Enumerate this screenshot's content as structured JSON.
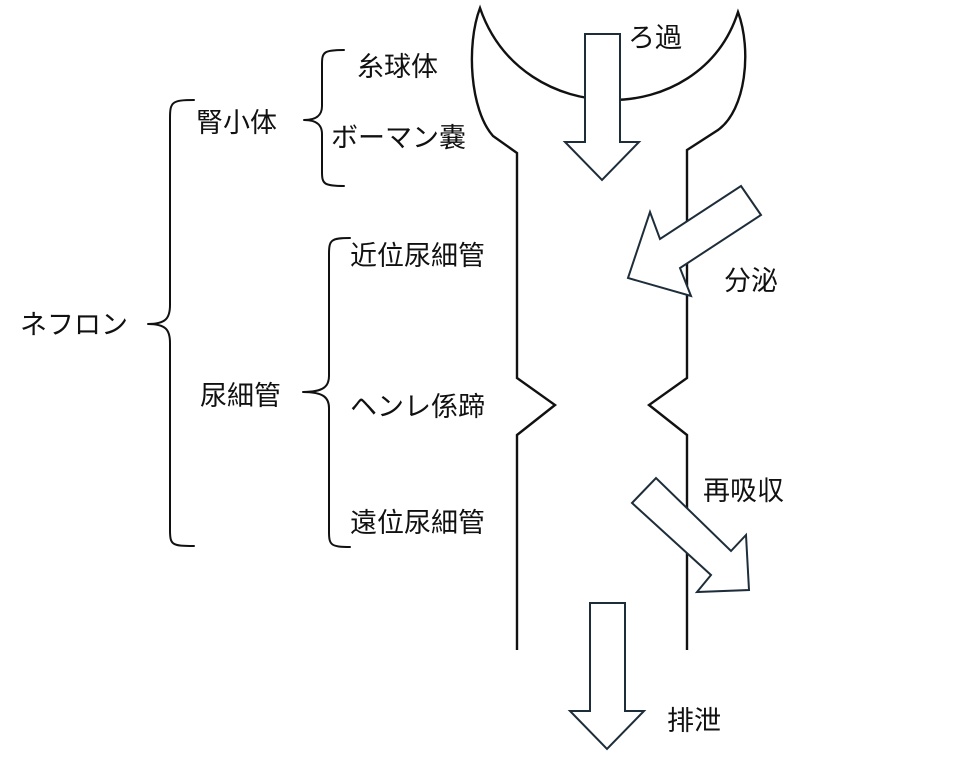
{
  "labels": {
    "nephron": "ネフロン",
    "renal_corpuscle": "腎小体",
    "glomerulus": "糸球体",
    "bowman_capsule": "ボーマン嚢",
    "renal_tubule": "尿細管",
    "proximal_tubule": "近位尿細管",
    "loop_of_henle": "ヘンレ係蹄",
    "distal_tubule": "遠位尿細管",
    "filtration": "ろ過",
    "secretion": "分泌",
    "reabsorption": "再吸収",
    "excretion": "排泄"
  },
  "colors": {
    "line": "#111111",
    "arrow_stroke": "#1e2d3a",
    "background": "#ffffff"
  }
}
